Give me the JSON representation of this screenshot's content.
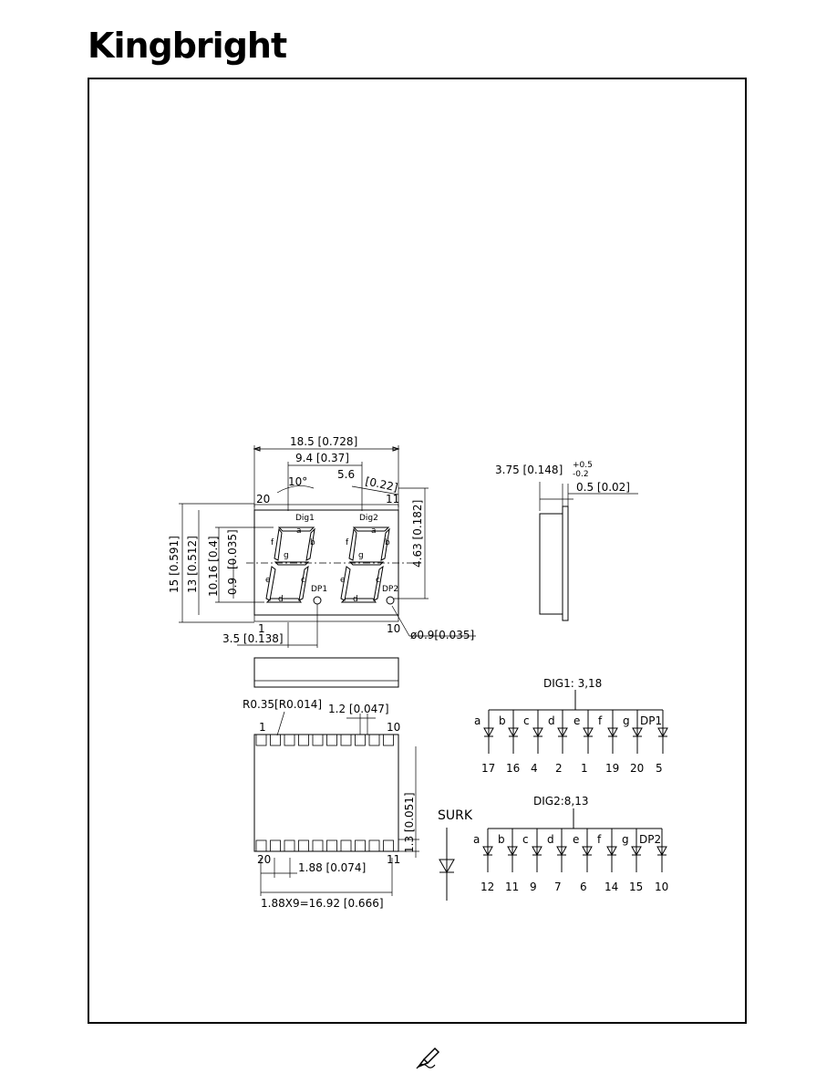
{
  "header": {
    "brand": "Kingbright"
  },
  "front_view": {
    "width_total": "18.5 [0.728]",
    "digit_pitch": "9.4 [0.37]",
    "slant_angle": "10°",
    "offset_top": "5.6",
    "offset_top_in": "[0.22]",
    "height_total": "15 [0.591]",
    "height_body": "13 [0.512]",
    "digit_height": "10.16 [0.4]",
    "seg_width": "0.9",
    "seg_width_in": "[0.035]",
    "right_dim": "4.63 [0.182]",
    "left_offset": "3.5 [0.138]",
    "dp_diameter": "ø0.9[0.035]",
    "dig1": "Dig1",
    "dig2": "Dig2",
    "dp1": "DP1",
    "dp2": "DP2",
    "pin20": "20",
    "pin11": "11",
    "pin1": "1",
    "pin10": "10",
    "seg_labels": {
      "a": "a",
      "b": "b",
      "c": "c",
      "d": "d",
      "e": "e",
      "f": "f",
      "g": "g"
    }
  },
  "side_view": {
    "depth": "3.75 [0.148]",
    "tol_plus": "+0.5",
    "tol_minus": "-0.2",
    "lead": "0.5 [0.02]"
  },
  "bottom_view": {
    "radius": "R0.35[R0.014]",
    "pad_width": "1.2 [0.047]",
    "pad_height": "1.3 [0.051]",
    "pitch": "1.88 [0.074]",
    "pitch_total": "1.88X9=16.92 [0.666]",
    "pin1": "1",
    "pin10": "10",
    "pin20": "20",
    "pin11": "11"
  },
  "circuit": {
    "dig1_title": "DIG1: 3,18",
    "dig2_title": "DIG2:8,13",
    "surk": "SURK",
    "seg_names": [
      "a",
      "b",
      "c",
      "d",
      "e",
      "f",
      "g"
    ],
    "dp1": "DP1",
    "dp2": "DP2",
    "dig1_pins": [
      "17",
      "16",
      "4",
      "2",
      "1",
      "19",
      "20",
      "5"
    ],
    "dig2_pins": [
      "12",
      "11",
      "9",
      "7",
      "6",
      "14",
      "15",
      "10"
    ]
  },
  "footer": {
    "icon": "pencil-approval-icon"
  }
}
